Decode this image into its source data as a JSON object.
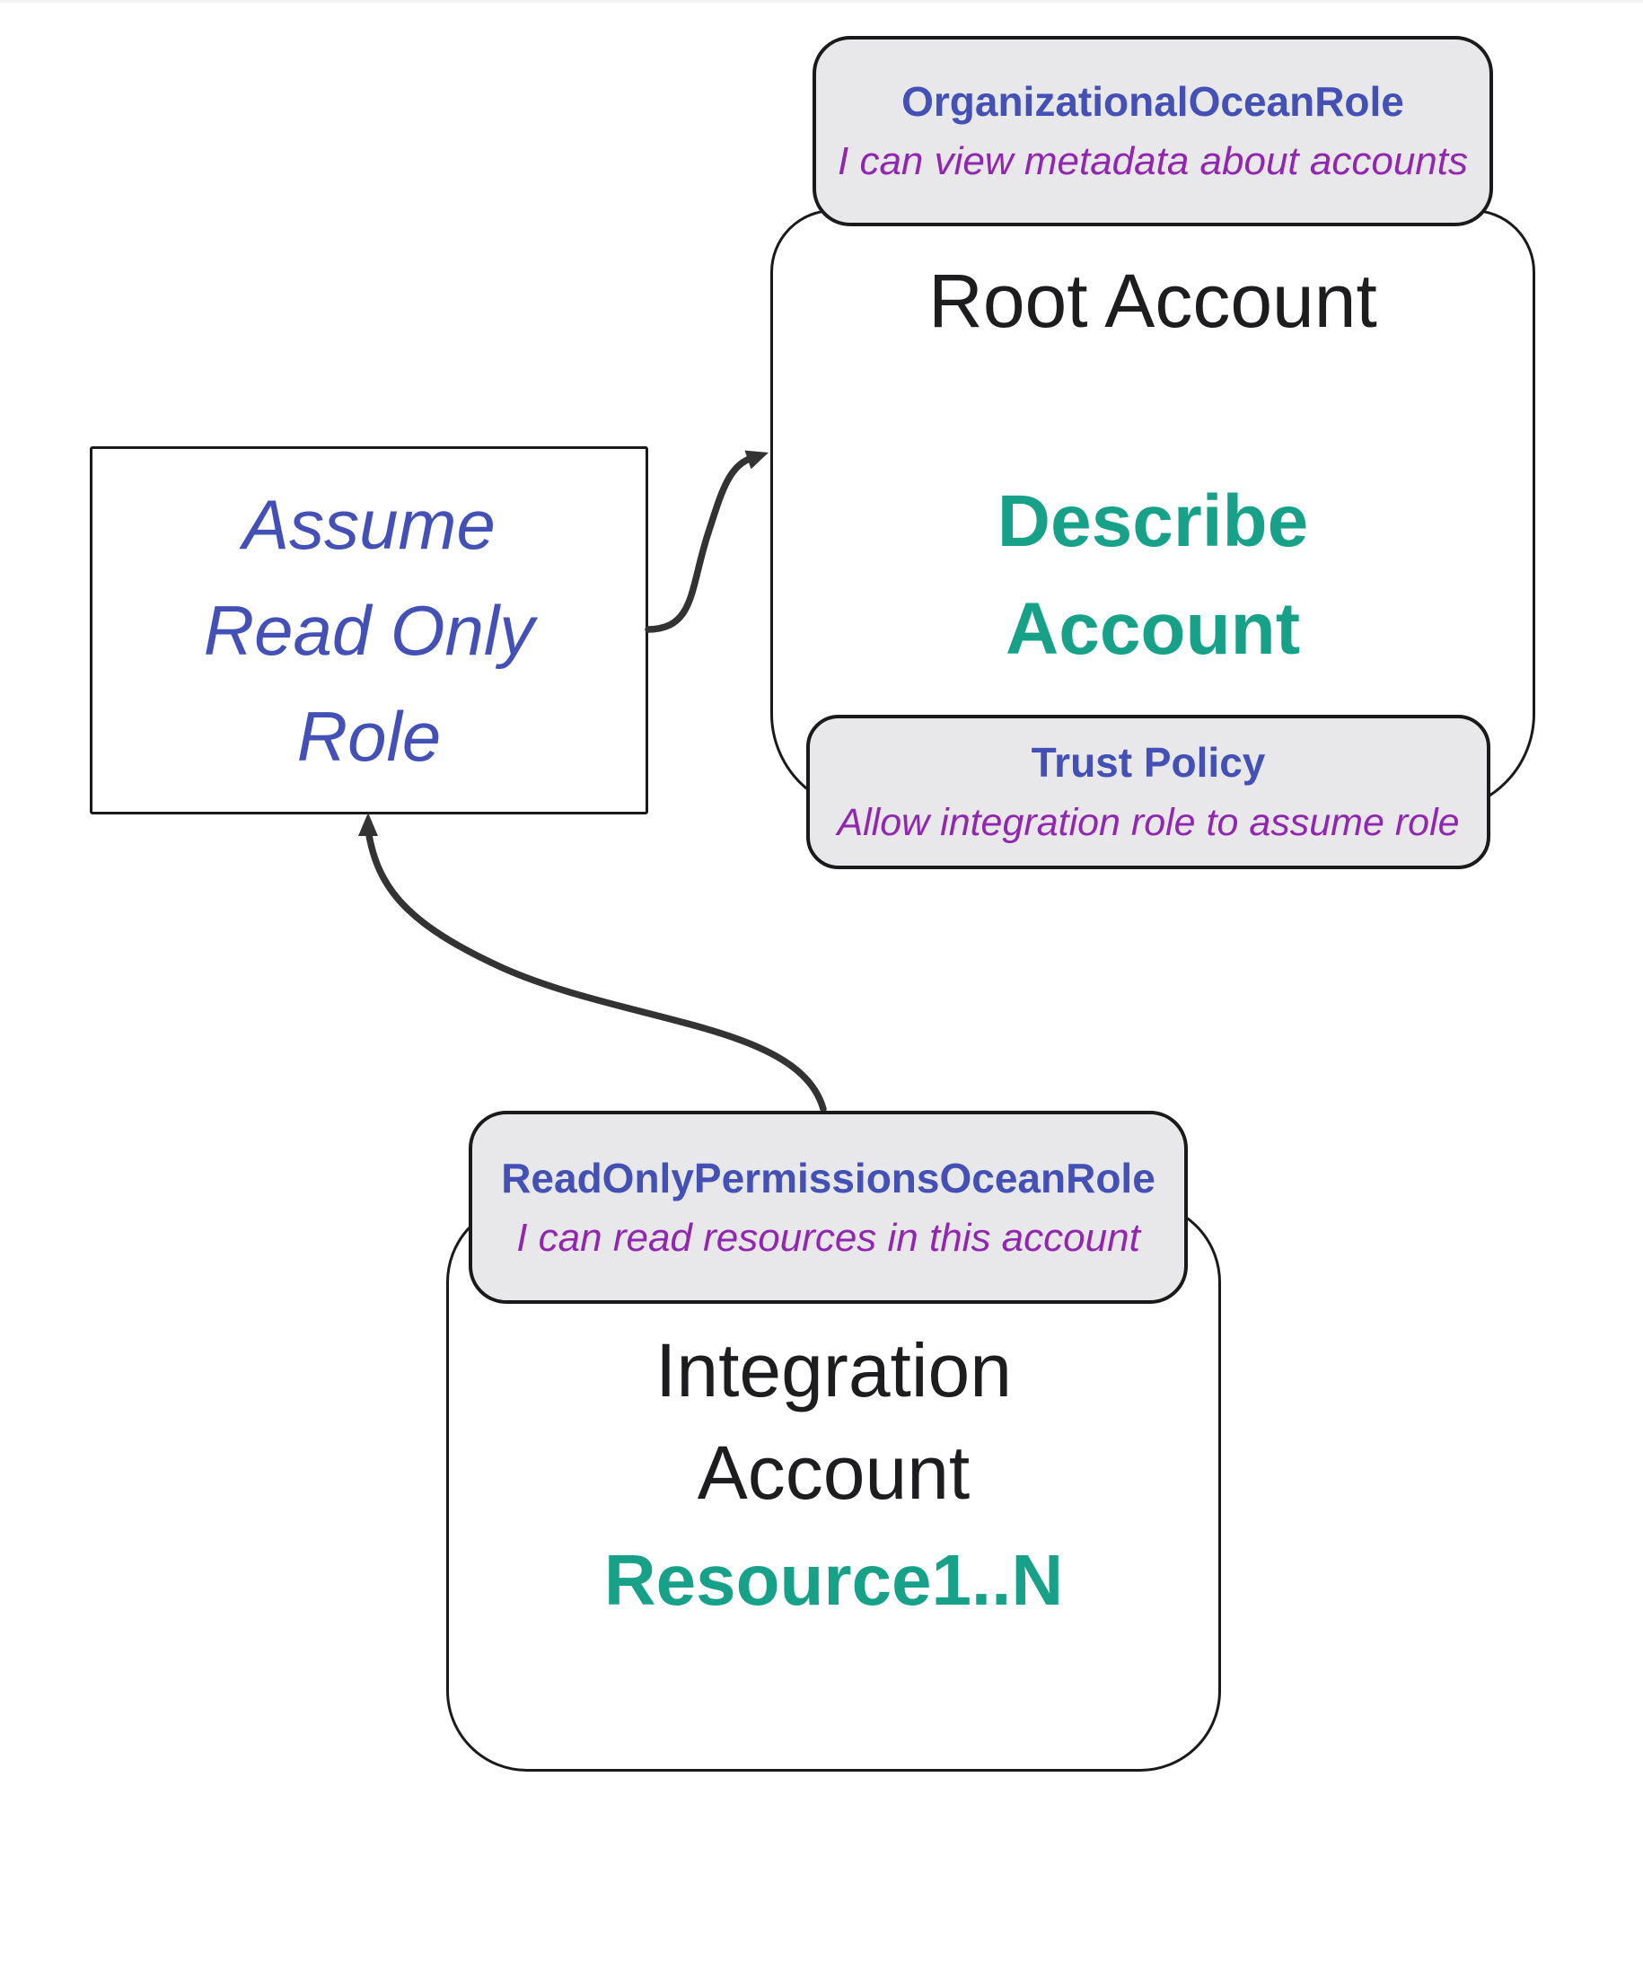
{
  "colors": {
    "indigo": "#4350b5",
    "purple": "#9127b1",
    "teal": "#17a189",
    "ink": "#1d1d1f",
    "border": "#1a1a1a",
    "arrow": "#333333",
    "badge-bg": "#e8e7e9",
    "canvas-bg": "#ffffff"
  },
  "root_account": {
    "title": "Root Account",
    "action_line1": "Describe",
    "action_line2": "Account",
    "role_badge": {
      "title": "OrganizationalOceanRole",
      "subtitle": "I can view metadata about accounts"
    },
    "trust_badge": {
      "title": "Trust Policy",
      "subtitle": "Allow integration role to assume role"
    }
  },
  "assume_box": {
    "line1": "Assume",
    "line2": "Read Only",
    "line3": "Role"
  },
  "integration_account": {
    "title_line1": "Integration",
    "title_line2": "Account",
    "resources": "Resource1..N",
    "role_badge": {
      "title": "ReadOnlyPermissionsOceanRole",
      "subtitle": "I can read resources in this account"
    }
  }
}
